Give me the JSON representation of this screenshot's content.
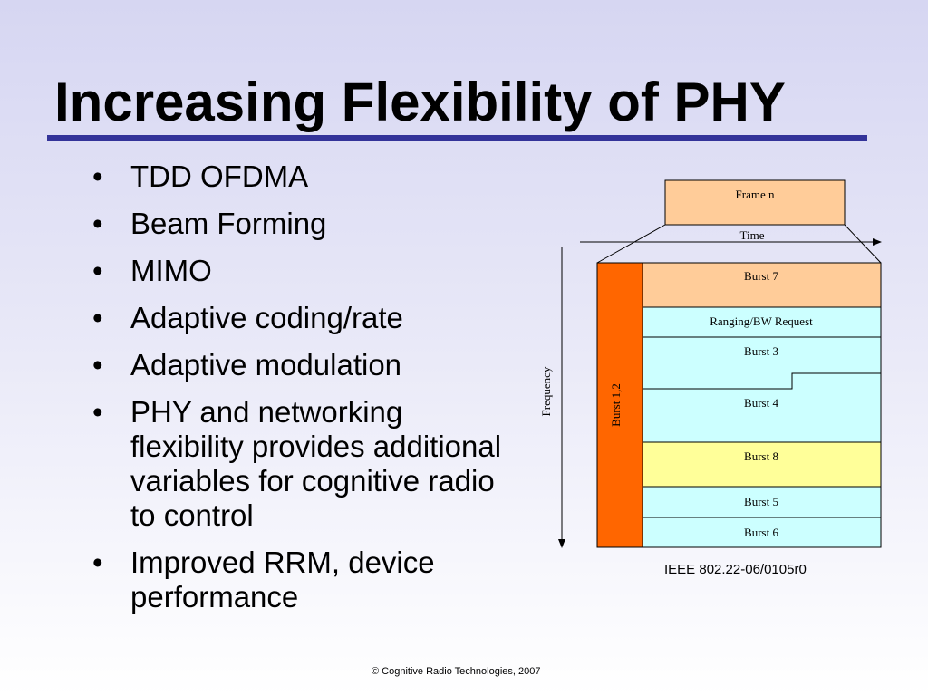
{
  "slide": {
    "title": "Increasing Flexibility of PHY",
    "bullet_glyph": "•",
    "bullets": [
      "TDD OFDMA",
      "Beam Forming",
      "MIMO",
      "Adaptive coding/rate",
      "Adaptive modulation",
      "PHY and networking flexibility provides additional variables for cognitive radio to control",
      "Improved RRM, device performance"
    ],
    "reference": "IEEE 802.22-06/0105r0",
    "copyright": "© Cognitive Radio Technologies, 2007"
  },
  "diagram": {
    "frame_label": "Frame n",
    "time_label": "Time",
    "frequency_label": "Frequency",
    "vertical_burst_label": "Burst 1,2",
    "bursts": {
      "burst7": "Burst 7",
      "ranging": "Ranging/BW Request",
      "burst3": "Burst 3",
      "burst4": "Burst 4",
      "burst8": "Burst 8",
      "burst5": "Burst 5",
      "burst6": "Burst 6"
    },
    "colors": {
      "frame_fill": "#ffcc99",
      "burst12_fill": "#ff6600",
      "burst7_fill": "#ffcc99",
      "cyan_fill": "#ccffff",
      "burst8_fill": "#ffff99",
      "title_rule": "#333399"
    }
  }
}
